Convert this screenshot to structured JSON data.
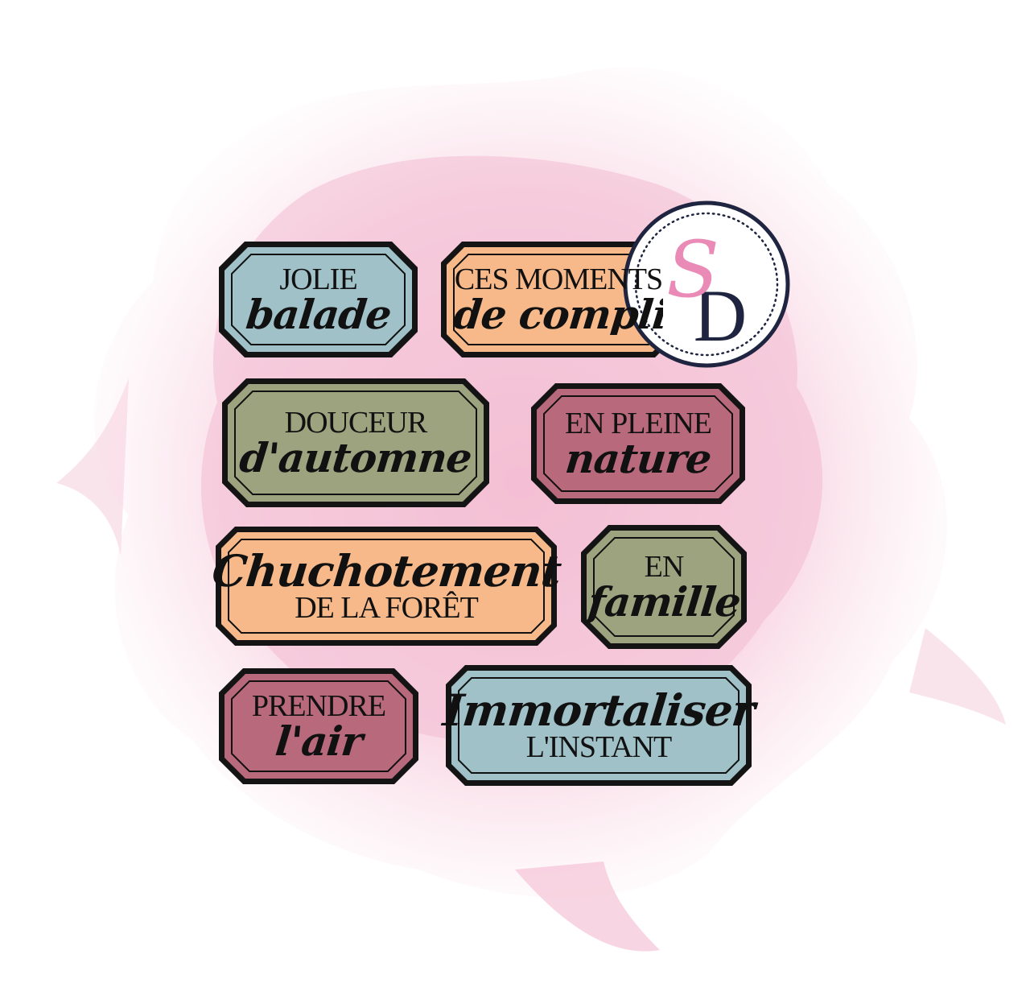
{
  "labels": [
    {
      "caps": "JOLIE",
      "script": "balade",
      "color": "#9fc1c7"
    },
    {
      "caps": "CES MOMENTS",
      "script": "de complicité",
      "color": "#f7b98a"
    },
    {
      "caps": "DOUCEUR",
      "script": "d'automne",
      "color": "#9ea37f"
    },
    {
      "caps": "EN PLEINE",
      "script": "nature",
      "color": "#b86a7c"
    },
    {
      "script": "Chuchotement",
      "caps": "DE LA FORÊT",
      "color": "#f7b98a"
    },
    {
      "caps": "EN",
      "script": "famille",
      "color": "#9ea37f"
    },
    {
      "caps": "PRENDRE",
      "script": "l'air",
      "color": "#b86a7c"
    },
    {
      "script": "Immortaliser",
      "caps": "L'INSTANT",
      "color": "#9fc1c7"
    }
  ],
  "logo": {
    "letter_s": "S",
    "letter_d": "D",
    "accent": "#e98bb6",
    "dark": "#1f2540"
  },
  "splash_color": "#f6c9da"
}
